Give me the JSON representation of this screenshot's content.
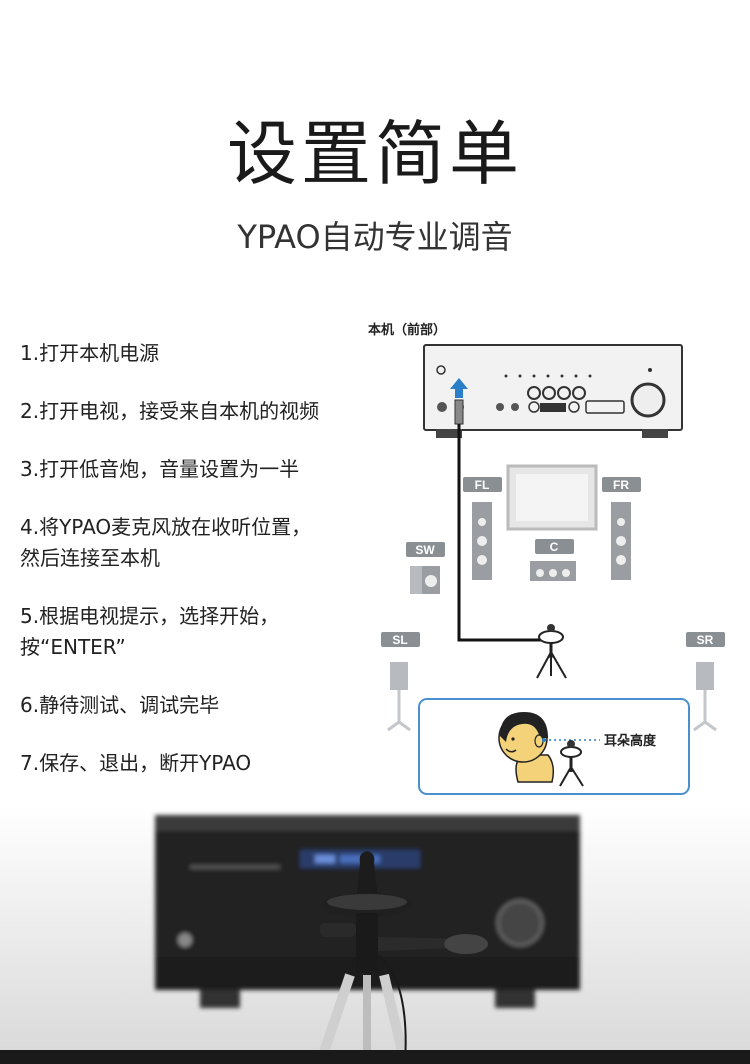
{
  "header": {
    "title": "设置简单",
    "subtitle": "YPAO自动专业调音"
  },
  "steps": [
    {
      "lines": [
        "1.打开本机电源"
      ]
    },
    {
      "lines": [
        "2.打开电视，接受来自本机的视频"
      ]
    },
    {
      "lines": [
        "3.打开低音炮，音量设置为一半"
      ]
    },
    {
      "lines": [
        "4.将YPAO麦克风放在收听位置，",
        "然后连接至本机"
      ]
    },
    {
      "lines": [
        "5.根据电视提示，选择开始，",
        "按“ENTER”"
      ]
    },
    {
      "lines": [
        "6.静待测试、调试完毕"
      ]
    },
    {
      "lines": [
        "7.保存、退出，断开YPAO"
      ]
    }
  ],
  "diagram": {
    "unit_label": "本机（前部）",
    "speakers": {
      "fl": "FL",
      "fr": "FR",
      "c": "C",
      "sw": "SW",
      "sl": "SL",
      "sr": "SR"
    },
    "ear_height_label": "耳朵高度"
  },
  "colors": {
    "accent": "#2a7fc8",
    "speaker_tag": "#8a8f94"
  }
}
